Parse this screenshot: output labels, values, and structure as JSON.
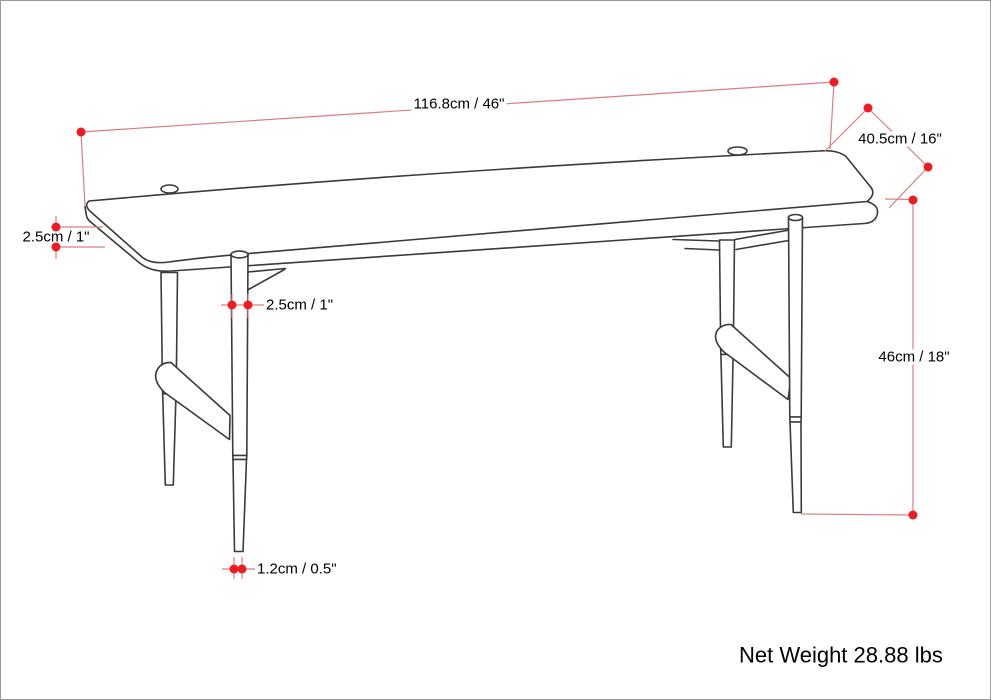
{
  "annotations": {
    "width_label": "116.8cm / 46\"",
    "depth_label": "40.5cm / 16\"",
    "height_label": "46cm / 18\"",
    "top_thickness_label": "2.5cm / 1\"",
    "leg_diameter_label": "2.5cm / 1\"",
    "foot_tip_label": "1.2cm / 0.5\"",
    "net_weight": "Net Weight 28.88 lbs"
  },
  "colors": {
    "dimension_line": "#dd7e7e",
    "dimension_dot": "#ee1b23",
    "drawing_line": "#3a3a3a",
    "page_border": "#999999",
    "background": "#ffffff",
    "text": "#000000"
  }
}
